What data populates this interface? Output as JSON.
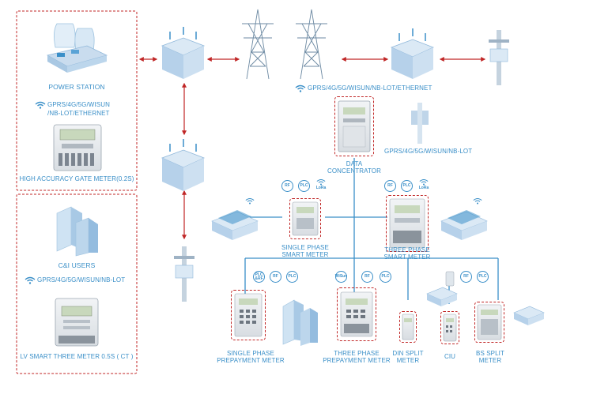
{
  "labels": {
    "power_station": "POWER STATION",
    "ps_comm_1": "GPRS/4G/5G/WiSUN",
    "ps_comm_2": "/NB-LOT/ETHERNET",
    "gate_meter": "HIGH ACCURACY GATE METER(0.2S)",
    "ci_users": "C&I USERS",
    "ci_comm": "GPRS/4G/5G/WiSUN/NB-LOT",
    "lv_meter": "LV SMART THREE METER 0.5S ( CT )",
    "top_comm": "GPRS/4G/5G/WiSUN/NB-LOT/ETHERNET",
    "tower_comm": "GPRS/4G/5G/WiSUN/NB-LOT",
    "data_concentrator_1": "DATA",
    "data_concentrator_2": "CONCENTRATOR",
    "single_phase_1": "SINGLE PHASE",
    "single_phase_2": "SMART METER",
    "three_phase_1": "THREE PHASE",
    "three_phase_2": "SMART METER",
    "sp_prepay_1": "SINGLE PHASE",
    "sp_prepay_2": "PREPAYMENT METER",
    "tp_prepay_1": "THREE PHASE",
    "tp_prepay_2": "PREPAYMENT METER",
    "din_1": "DIN SPLIT",
    "din_2": "METER",
    "ciu": "CIU",
    "bs_1": "BS SPLIT",
    "bs_2": "METER"
  },
  "badges": {
    "rf": "RF",
    "plc": "PLC",
    "lora": "LoRa",
    "plc_rf": "PLC &RF",
    "wisun": "WiSun"
  },
  "colors": {
    "accent": "#3a8fc8",
    "border_dashed": "#c02626",
    "arrow": "#c02626",
    "line": "#3a8fc8"
  }
}
